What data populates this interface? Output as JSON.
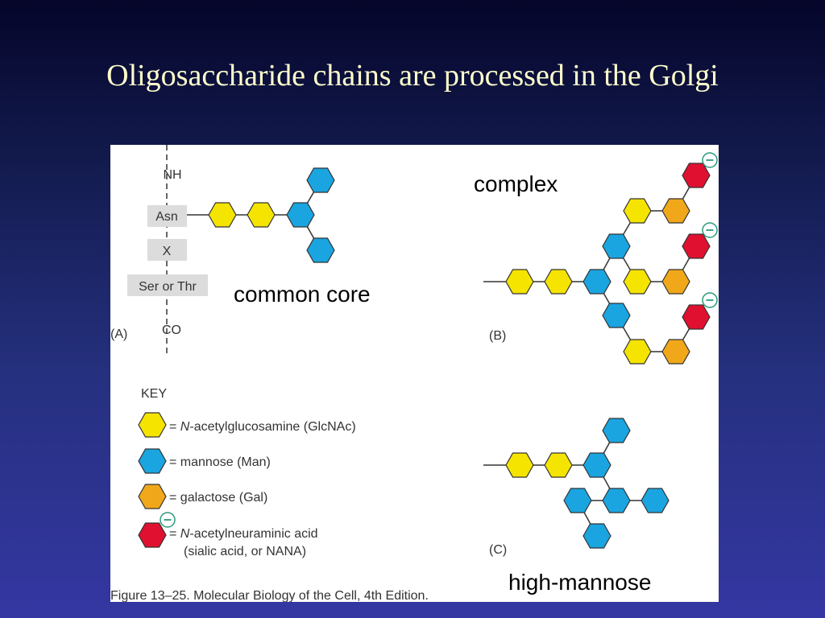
{
  "slide": {
    "title": "Oligosaccharide chains are processed in the Golgi"
  },
  "figure": {
    "caption": "Figure 13–25. Molecular Biology of the Cell, 4th Edition.",
    "panel_a": {
      "label": "(A)",
      "peptide": [
        "NH",
        "Asn",
        "X",
        "Ser or Thr",
        "CO"
      ],
      "annotation": "common core"
    },
    "panel_b": {
      "label": "(B)",
      "annotation": "complex"
    },
    "panel_c": {
      "label": "(C)",
      "annotation": "high-mannose"
    },
    "key": {
      "title": "KEY",
      "items": [
        {
          "prefix": "= ",
          "italic": "N",
          "rest": "-acetylglucosamine (GlcNAc)",
          "line2": ""
        },
        {
          "prefix": "= ",
          "italic": "",
          "rest": "mannose (Man)",
          "line2": ""
        },
        {
          "prefix": "= ",
          "italic": "",
          "rest": "galactose (Gal)",
          "line2": ""
        },
        {
          "prefix": "= ",
          "italic": "N",
          "rest": "-acetylneuraminic acid",
          "line2": "(sialic acid, or NANA)"
        }
      ],
      "charge_symbol": "−"
    },
    "colors": {
      "glcnac": "#f5e400",
      "mannose": "#1aa5e0",
      "galactose": "#f0a81a",
      "sialic": "#e01030",
      "charge": "#2a9a7a"
    }
  }
}
